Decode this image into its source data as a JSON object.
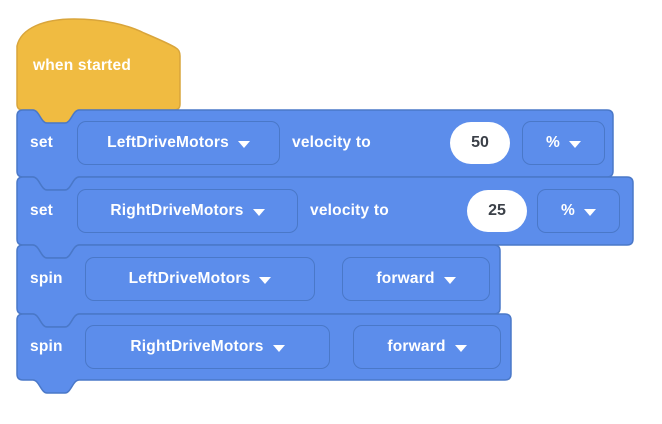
{
  "app": {
    "name": "block coding workspace"
  },
  "colors": {
    "canvas_bg": "#FFFFFF",
    "block_fill_blue": "#5C8DEB",
    "block_border_blue": "#4A78C8",
    "hat_fill_yellow": "#F0BB41",
    "hat_border_yellow": "#D9A53B",
    "block_text": "#FFFFFF",
    "value_text": "#3B4048"
  },
  "icons": {
    "dropdown_caret": "triangle-down"
  },
  "script": {
    "hat": {
      "label": "when started"
    },
    "blocks": [
      {
        "keyword": "set",
        "motor": "LeftDriveMotors",
        "mid_label": "velocity to",
        "value": "50",
        "unit": "%"
      },
      {
        "keyword": "set",
        "motor": "RightDriveMotors",
        "mid_label": "velocity to",
        "value": "25",
        "unit": "%"
      },
      {
        "keyword": "spin",
        "motor": "LeftDriveMotors",
        "direction": "forward"
      },
      {
        "keyword": "spin",
        "motor": "RightDriveMotors",
        "direction": "forward"
      }
    ]
  }
}
